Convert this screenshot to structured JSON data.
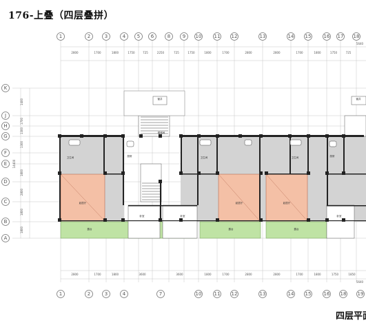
{
  "title": "176-上叠（四层叠拼）",
  "footer_title": "四层平面",
  "top_axes": [
    "1",
    "2",
    "3",
    "4",
    "5",
    "6",
    "8",
    "9",
    "10",
    "11",
    "12",
    "13",
    "14",
    "15",
    "16",
    "17",
    "18"
  ],
  "bottom_axes": [
    "1",
    "2",
    "3",
    "4",
    "7",
    "10",
    "11",
    "12",
    "13",
    "14",
    "15",
    "16",
    "18",
    "19"
  ],
  "row_axes": [
    "K",
    "J",
    "H",
    "G",
    "F",
    "E",
    "D",
    "C",
    "B",
    "A"
  ],
  "top_dims": [
    "2800",
    "1700",
    "1800",
    "1750",
    "725",
    "2250",
    "725",
    "1750",
    "1800",
    "1700",
    "2800",
    "2800",
    "1700",
    "1800",
    "1750",
    "725"
  ],
  "bottom_dims": [
    "2800",
    "1700",
    "1800",
    "3600",
    "3600",
    "1800",
    "1700",
    "2800",
    "2800",
    "1700",
    "1800",
    "1750",
    "1850"
  ],
  "row_dims": [
    "1400",
    "1700",
    "1300",
    "1300",
    "1800",
    "2800",
    "1800",
    "1800"
  ],
  "overall_width": "5640",
  "overall_height": "14400",
  "overall_bottom": "5640",
  "room_labels": {
    "living": "起居厅",
    "bedroom": "卧室",
    "bath": "卫生间",
    "terrace": "露台",
    "stair": "楼梯间",
    "kitchen": "厨房",
    "shaft": "管井"
  },
  "colors": {
    "living_room": "#f4c0a6",
    "terrace": "#bfe3a4",
    "rooms": "#d3d3d3",
    "walls": "#222222"
  }
}
